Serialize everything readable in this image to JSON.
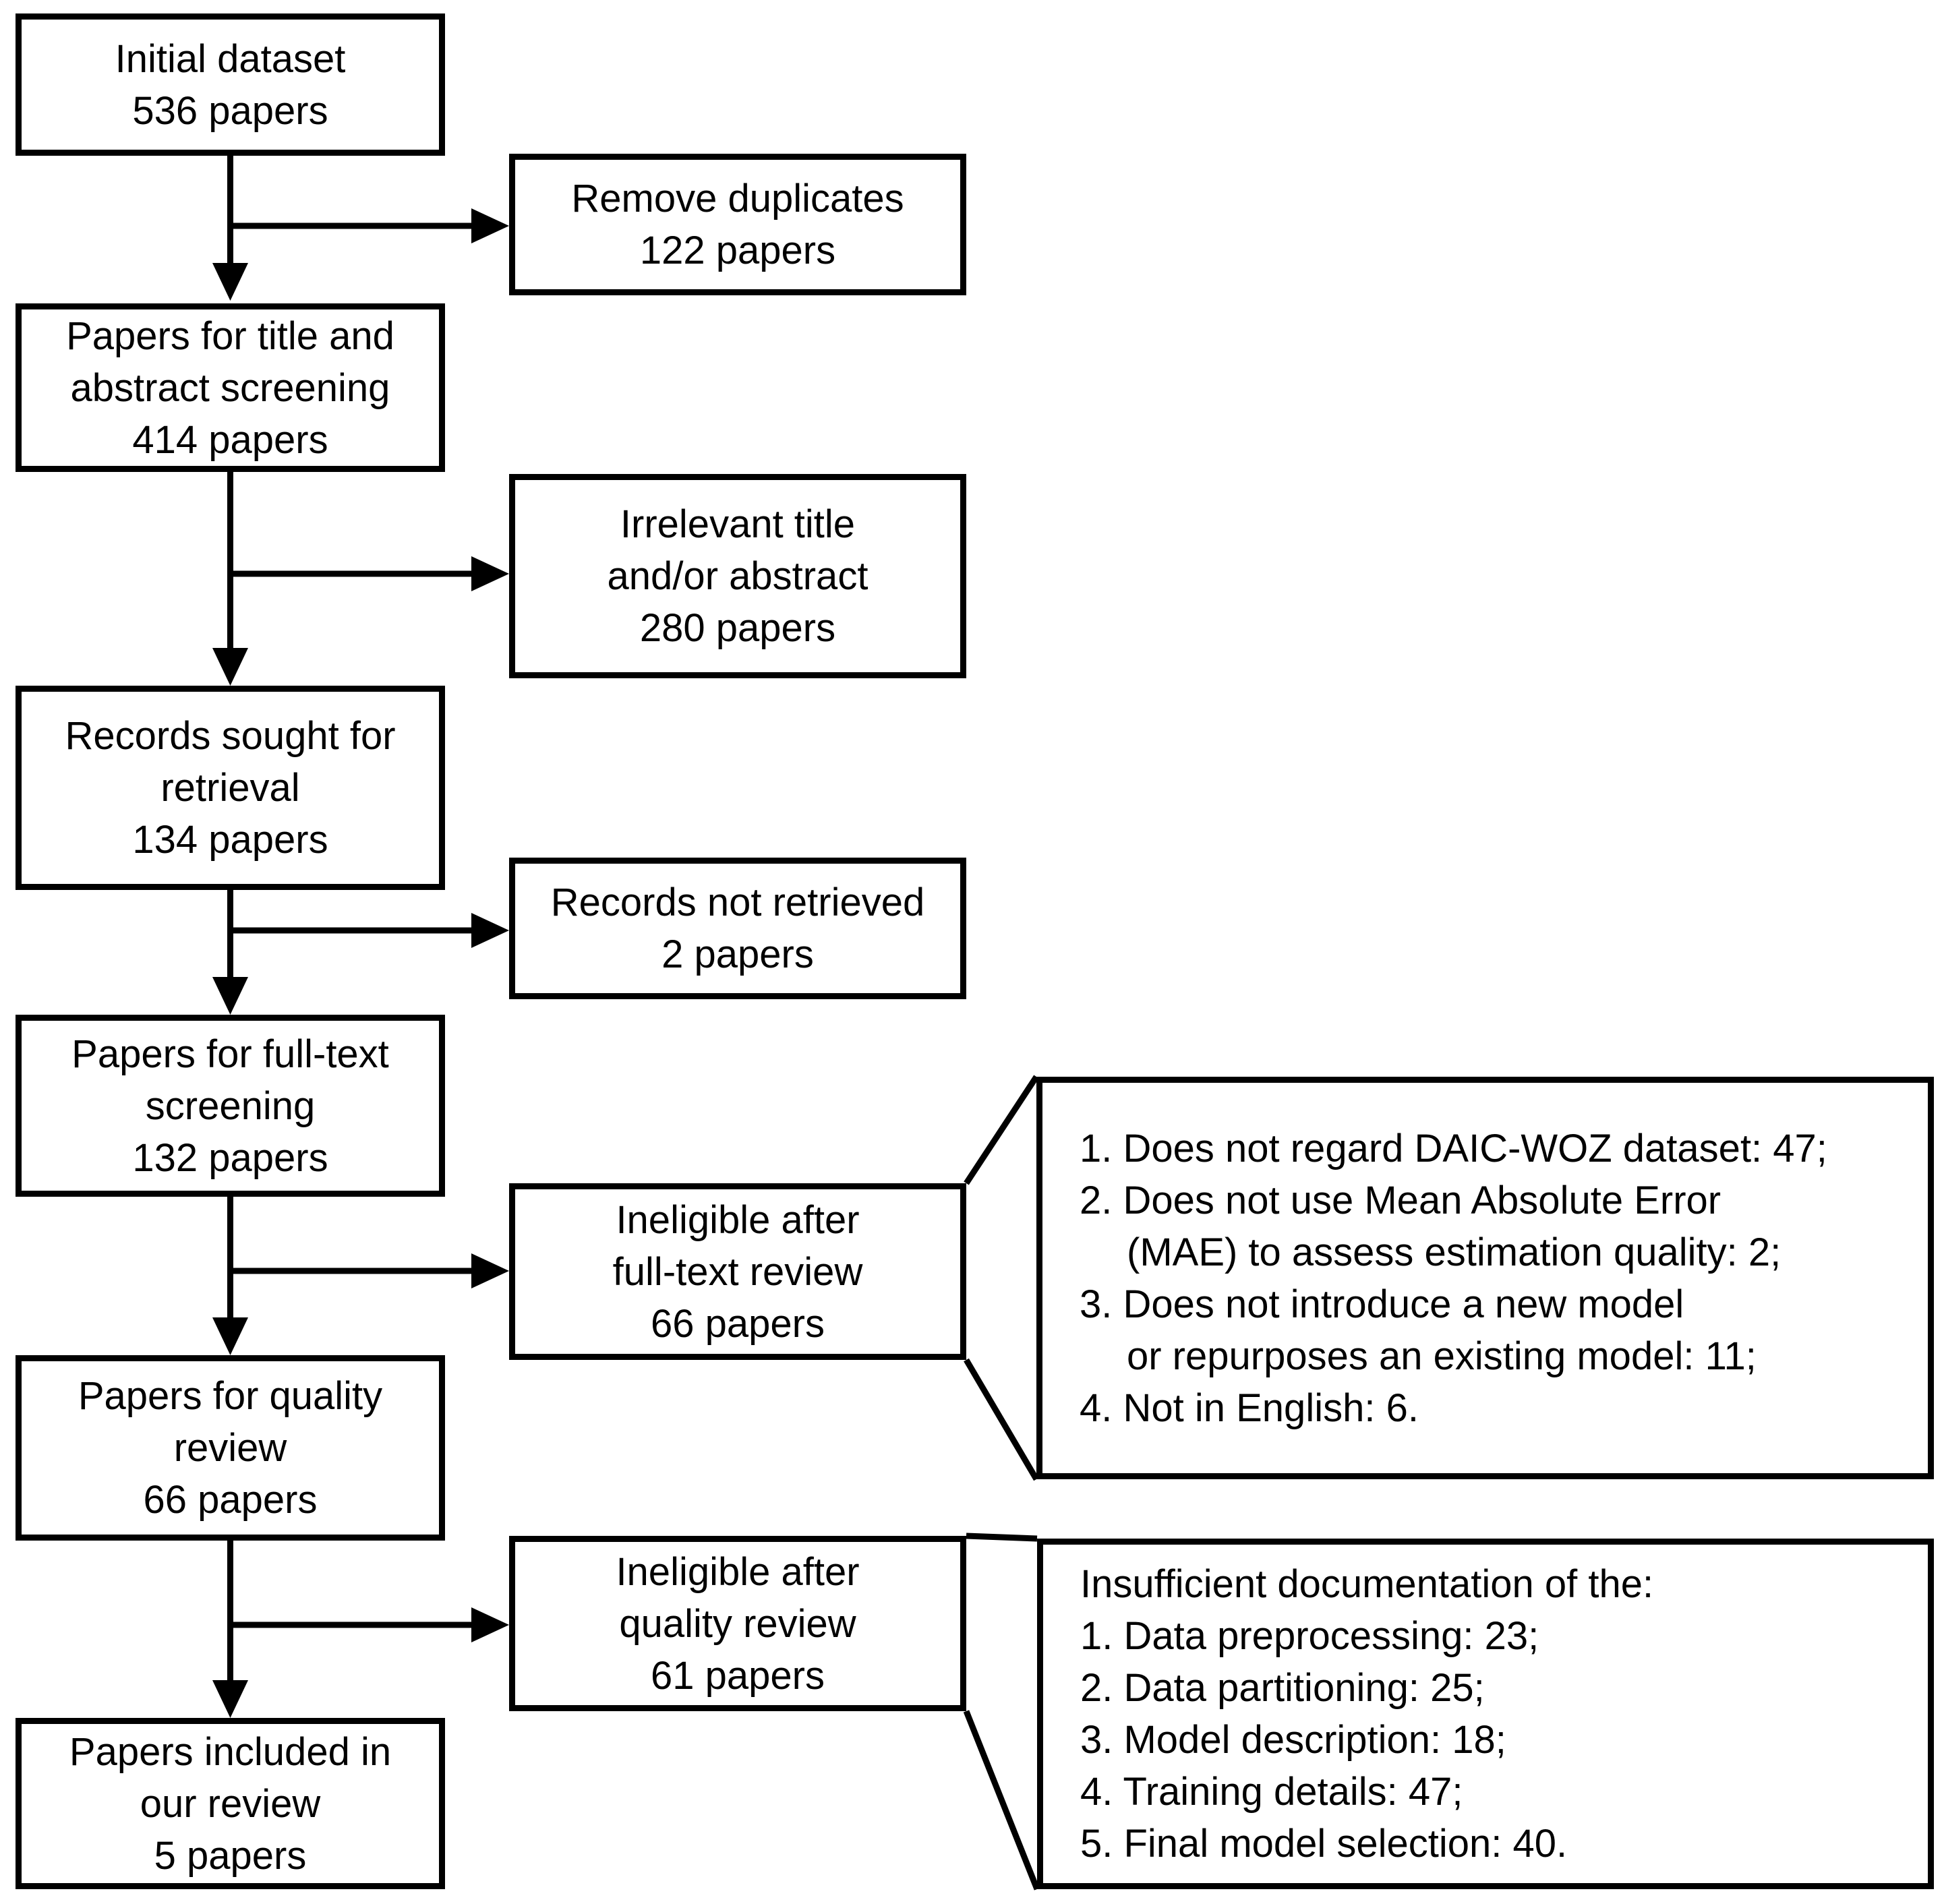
{
  "diagram": {
    "type": "prisma-flowchart",
    "colors": {
      "stroke": "#000000",
      "background": "#ffffff",
      "text": "#000000"
    }
  },
  "boxes": {
    "initial": {
      "lines": [
        "Initial dataset",
        "536 papers"
      ]
    },
    "title_abstract": {
      "lines": [
        "Papers for title and",
        "abstract screening",
        "414 papers"
      ]
    },
    "records_sought": {
      "lines": [
        "Records sought for",
        "retrieval",
        "134 papers"
      ]
    },
    "full_text": {
      "lines": [
        "Papers for full-text",
        "screening",
        "132 papers"
      ]
    },
    "quality": {
      "lines": [
        "Papers for quality",
        "review",
        "66 papers"
      ]
    },
    "included": {
      "lines": [
        "Papers included in",
        "our review",
        "5 papers"
      ]
    },
    "duplicates": {
      "lines": [
        "Remove duplicates",
        "122 papers"
      ]
    },
    "irrelevant": {
      "lines": [
        "Irrelevant title",
        "and/or abstract",
        "280 papers"
      ]
    },
    "not_retrieved": {
      "lines": [
        "Records not retrieved",
        "2 papers"
      ]
    },
    "ineligible_fulltext": {
      "lines": [
        "Ineligible after",
        "full-text review",
        "66 papers"
      ]
    },
    "ineligible_quality": {
      "lines": [
        "Ineligible after",
        "quality review",
        "61 papers"
      ]
    }
  },
  "notes": {
    "fulltext_reasons": {
      "lines": [
        "1. Does not regard DAIC-WOZ dataset: 47;",
        "2. Does not use Mean Absolute Error",
        "(MAE) to assess estimation quality: 2;",
        "3. Does not introduce a new model",
        "or repurposes an existing model: 11;",
        "4. Not in English: 6."
      ]
    },
    "quality_reasons": {
      "lines": [
        "Insufficient documentation of the:",
        "1. Data preprocessing: 23;",
        "2. Data partitioning: 25;",
        "3. Model description: 18;",
        "4. Training details: 47;",
        "5. Final model selection: 40."
      ]
    }
  }
}
